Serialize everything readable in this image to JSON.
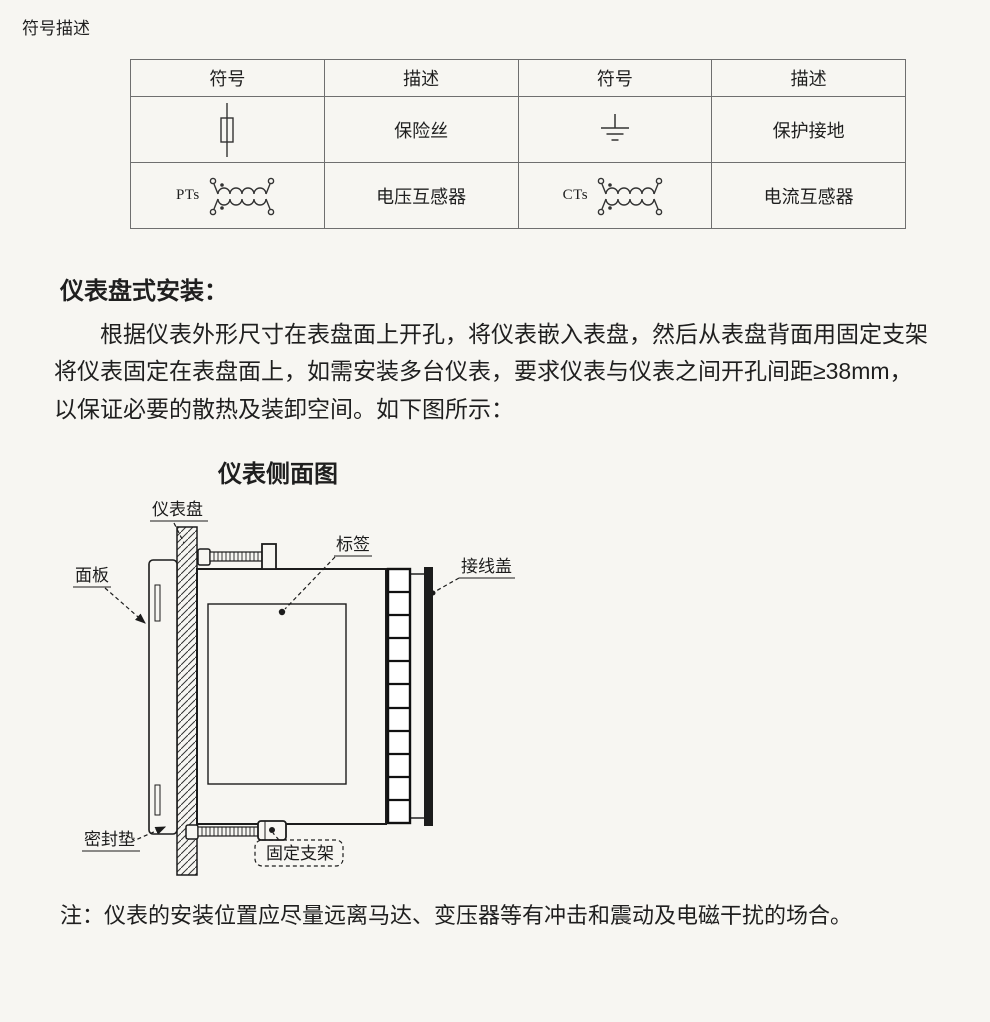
{
  "page_title": "符号描述",
  "symbol_table": {
    "headers": [
      "符号",
      "描述",
      "符号",
      "描述"
    ],
    "row1": {
      "desc1": "保险丝",
      "desc2": "保护接地"
    },
    "row2": {
      "label1": "PTs",
      "desc1": "电压互感器",
      "label2": "CTs",
      "desc2": "电流互感器"
    }
  },
  "installation": {
    "heading": "仪表盘式安装：",
    "paragraph": "根据仪表外形尺寸在表盘面上开孔，将仪表嵌入表盘，然后从表盘背面用固定支架将仪表固定在表盘面上，如需安装多台仪表，要求仪表与仪表之间开孔间距≥38mm，以保证必要的散热及装卸空间。如下图所示：",
    "diagram_title": "仪表侧面图"
  },
  "diagram_labels": {
    "panel_board": "仪表盘",
    "front_panel": "面板",
    "sticker": "标签",
    "terminal_cover": "接线盖",
    "gasket": "密封垫",
    "bracket": "固定支架"
  },
  "note": "注：仪表的安装位置应尽量远离马达、变压器等有冲击和震动及电磁干扰的场合。"
}
